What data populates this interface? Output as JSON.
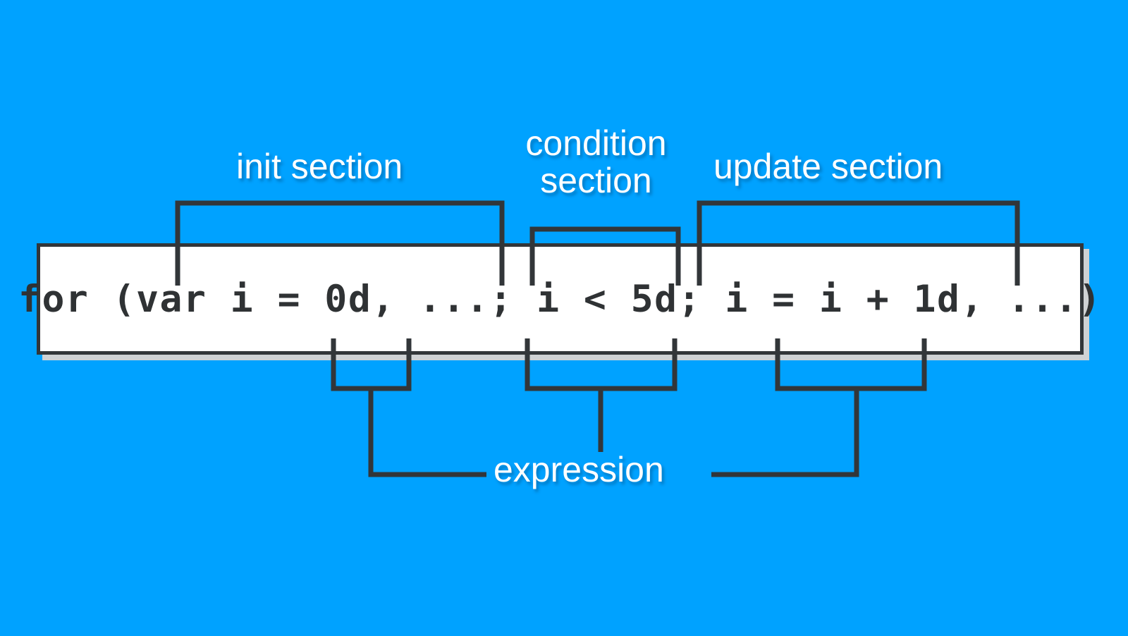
{
  "theme": {
    "background": "#00a2ff",
    "line": "#323639",
    "code_text": "#2f3234",
    "label_text": "#ffffff",
    "code_background": "#ffffff"
  },
  "diagram": {
    "type": "annotated-code-syntax-diagram",
    "code": {
      "text": "for (var i = 0d, ...; i < 5d; i = i + 1d, ...)",
      "language": "for-loop-syntax"
    },
    "top_labels": [
      {
        "id": "init",
        "label": "init section"
      },
      {
        "id": "condition",
        "label": "condition\nsection"
      },
      {
        "id": "update",
        "label": "update section"
      }
    ],
    "bottom_labels": [
      {
        "id": "expression",
        "label": "expression"
      }
    ],
    "brackets": {
      "top": [
        {
          "id": "init-bracket",
          "label_ref": "init",
          "spans": "var i = 0d, ..."
        },
        {
          "id": "condition-bracket",
          "label_ref": "condition",
          "spans": "i < 5d"
        },
        {
          "id": "update-bracket",
          "label_ref": "update",
          "spans": "i = i + 1d, ..."
        }
      ],
      "bottom": [
        {
          "id": "expr-bracket-init",
          "label_ref": "expression",
          "spans": "0d"
        },
        {
          "id": "expr-bracket-condition",
          "label_ref": "expression",
          "spans": "i < 5d"
        },
        {
          "id": "expr-bracket-update",
          "label_ref": "expression",
          "spans": "i + 1d"
        }
      ]
    }
  }
}
